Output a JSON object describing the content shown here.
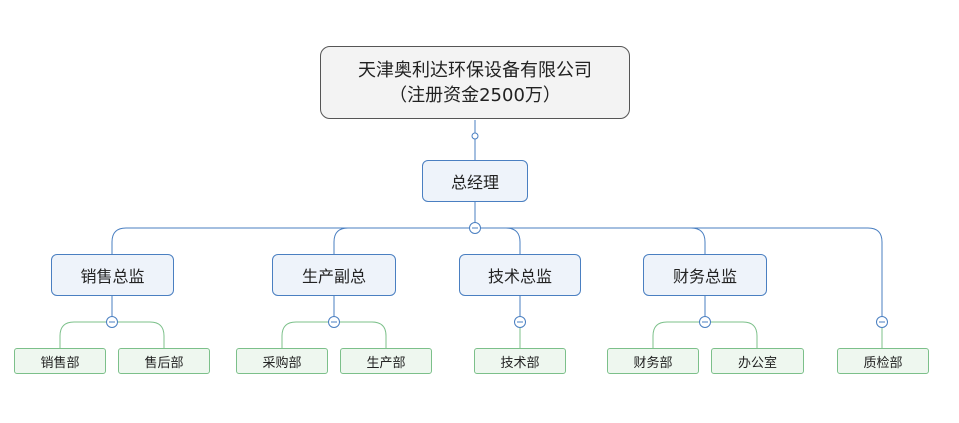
{
  "root": {
    "line1": "天津奥利达环保设备有限公司",
    "line2": "（注册资金2500万）"
  },
  "gm": "总经理",
  "vps": [
    "销售总监",
    "生产副总",
    "技术总监",
    "财务总监"
  ],
  "depts": {
    "sales": [
      "销售部",
      "售后部"
    ],
    "production": [
      "采购部",
      "生产部"
    ],
    "tech": [
      "技术部"
    ],
    "finance": [
      "财务部",
      "办公室"
    ],
    "quality": [
      "质检部"
    ]
  },
  "colors": {
    "blue_line": "#4a7fc1",
    "green_line": "#7cc08a",
    "root_border": "#555555"
  }
}
